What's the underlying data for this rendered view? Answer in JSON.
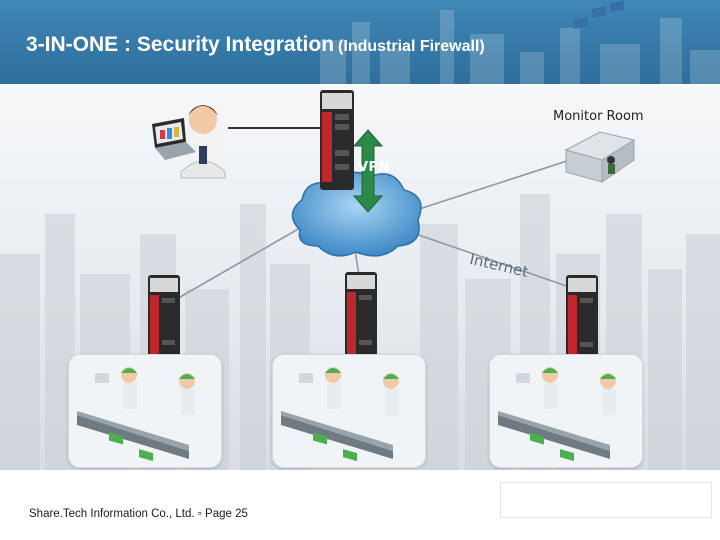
{
  "header": {
    "title_main": "3-IN-ONE : Security Integration",
    "title_sub": "(Industrial Firewall)"
  },
  "diagram": {
    "monitor_room_label": "Monitor Room",
    "vpn_label": "VPN",
    "internet_label": "Internet"
  },
  "footer": {
    "text": "Share.Tech Information Co., Ltd. ▫ Page 25"
  },
  "colors": {
    "header": "#3f87b6",
    "cloud": "#5fa4d6",
    "link_line": "#8c98a3",
    "arrow": "#2b8a4a",
    "firewall_red": "#c0272d",
    "firewall_body": "#2a2a2a"
  },
  "icons": [
    "admin-user-icon",
    "laptop-icon",
    "firewall-device-icon",
    "cloud-icon",
    "vpn-arrow-icon",
    "monitor-room-icon",
    "factory-line-icon"
  ]
}
